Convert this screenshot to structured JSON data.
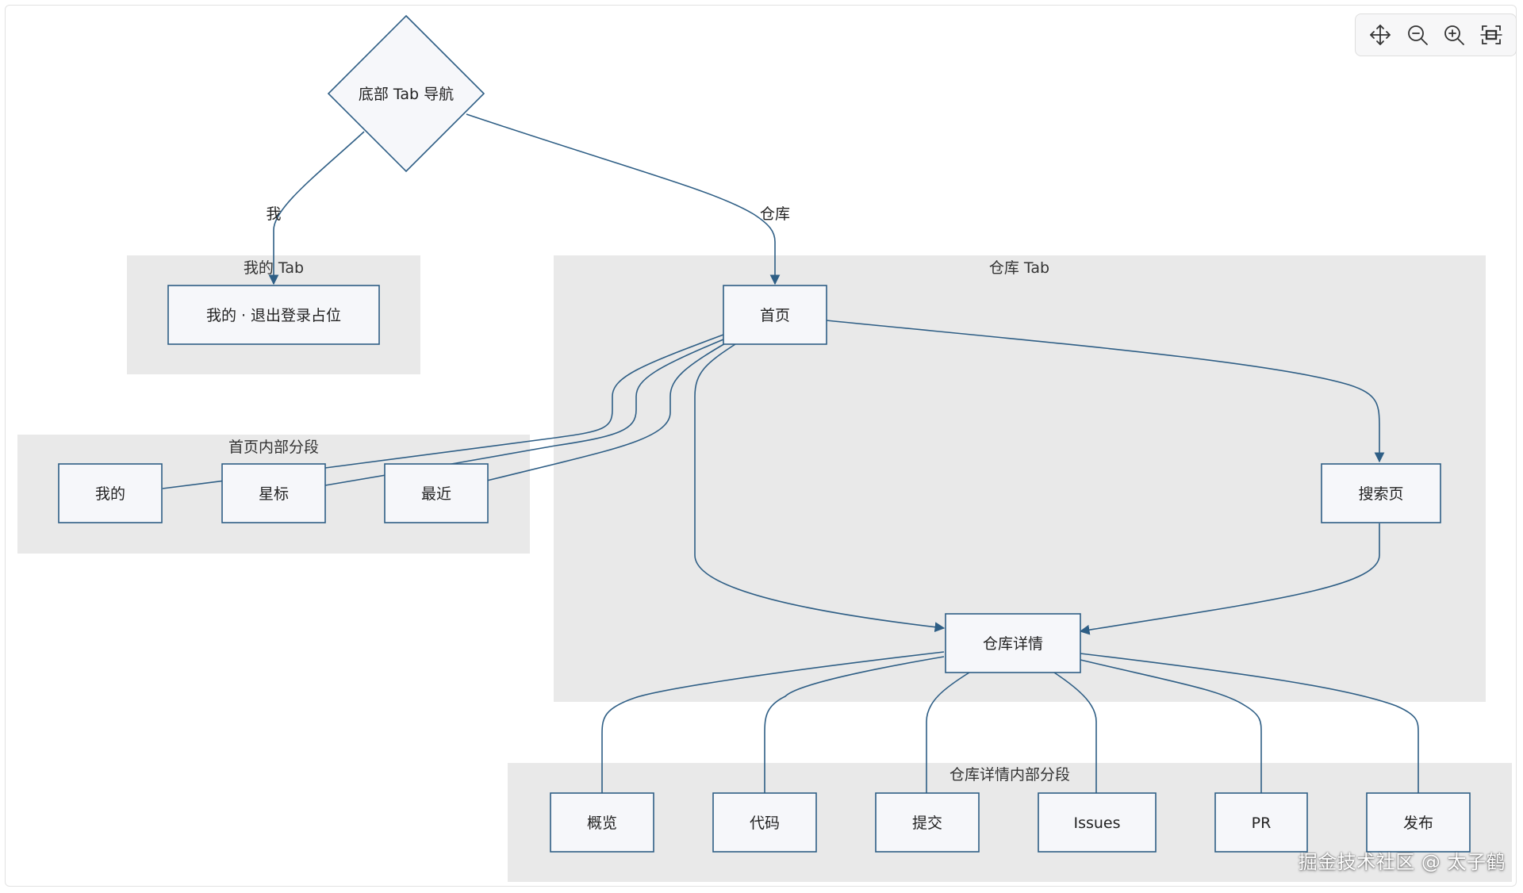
{
  "colors": {
    "node_fill": "#f6f7fa",
    "node_stroke": "#2e5e85",
    "edge": "#2e5e85",
    "group_fill": "#e9e9e9"
  },
  "decision": {
    "label": "底部 Tab 导航"
  },
  "edges": {
    "me": "我",
    "repo": "仓库"
  },
  "groups": {
    "me_tab": "我的 Tab",
    "repo_tab": "仓库 Tab",
    "home_segments": "首页内部分段",
    "detail_segments": "仓库详情内部分段"
  },
  "nodes": {
    "me_logout": "我的 · 退出登录占位",
    "home": "首页",
    "mine": "我的",
    "star": "星标",
    "recent": "最近",
    "search": "搜索页",
    "repo_detail": "仓库详情",
    "overview": "概览",
    "code": "代码",
    "commit": "提交",
    "issues": "Issues",
    "pr": "PR",
    "release": "发布"
  },
  "toolbar": {
    "pan": "move-icon",
    "zoom_out": "zoom-out-icon",
    "zoom_in": "zoom-in-icon",
    "fit": "fit-screen-icon"
  },
  "watermark": "掘金技术社区 @ 太子鹤"
}
